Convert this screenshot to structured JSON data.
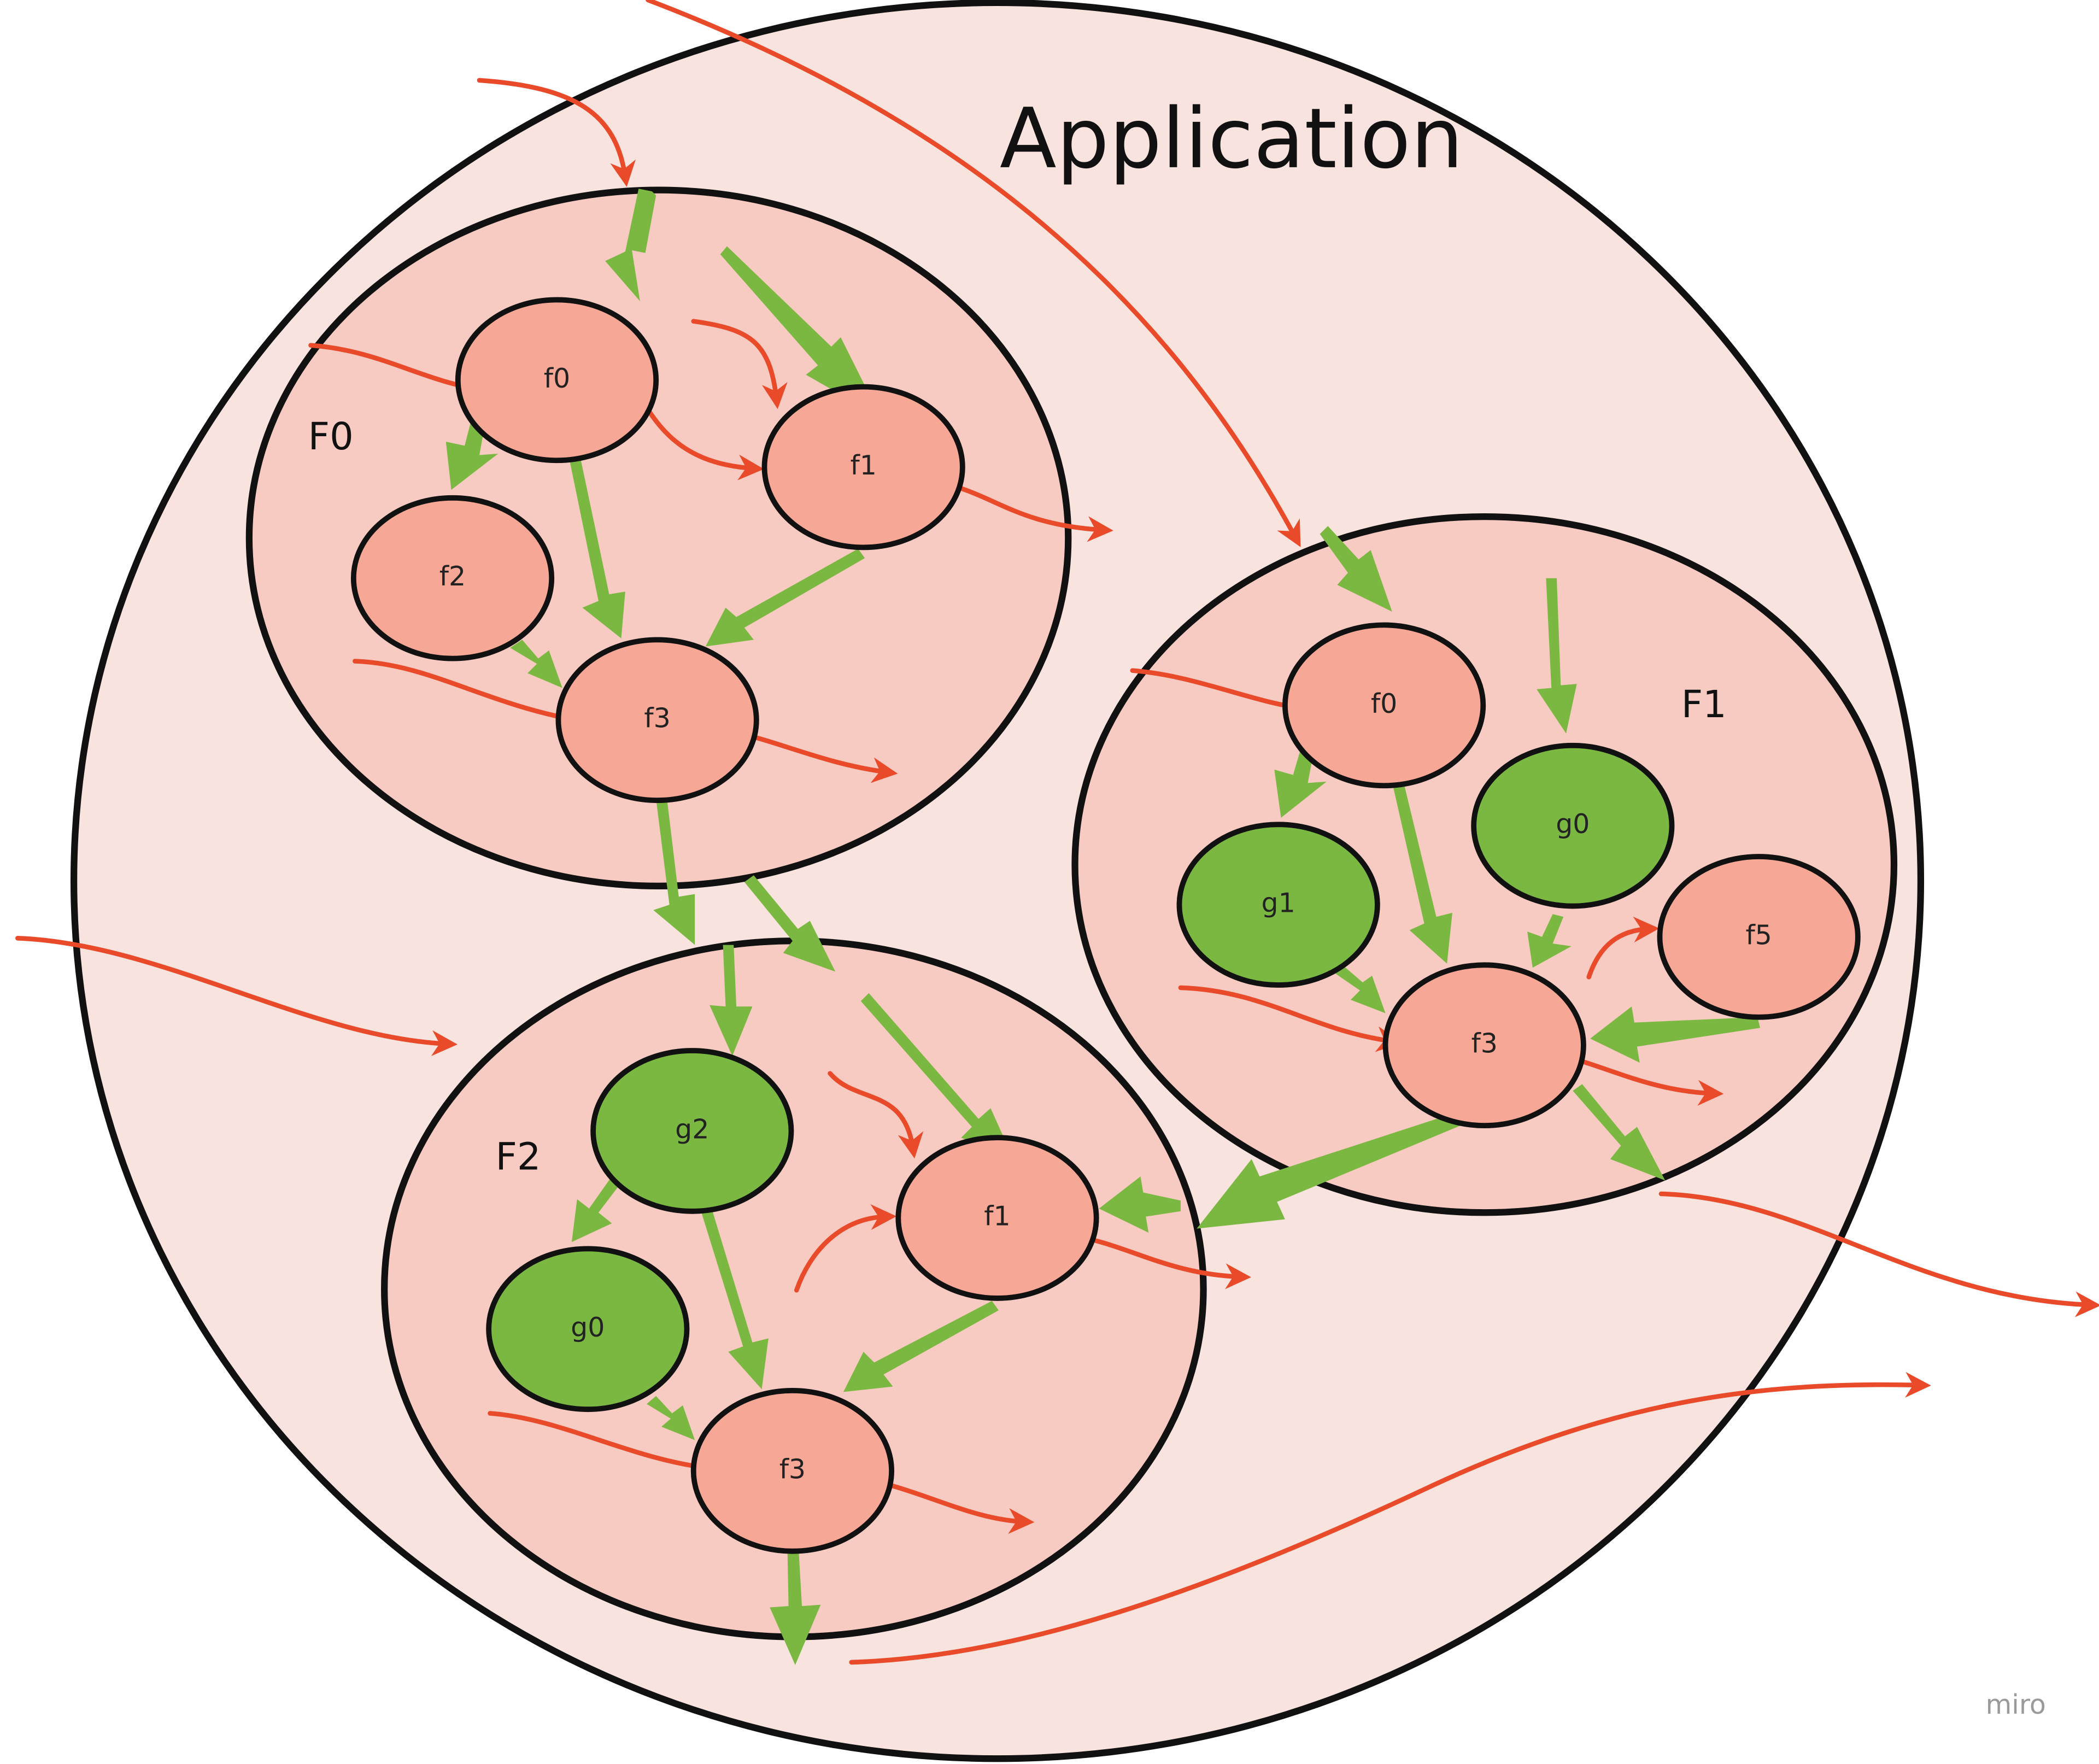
{
  "diagram": {
    "title": "Application",
    "brand": "miro",
    "colors": {
      "application_fill": "#f9e3de",
      "group_fill": "#f7cbc1",
      "node_salmon": "#f7a795",
      "node_green": "#7bb841",
      "outline": "#111111",
      "green_arrow": "#7bb841",
      "red_arrow": "#e84a2a"
    },
    "groups": [
      {
        "id": "F0",
        "label": "F0",
        "nodes": [
          {
            "id": "F0-f0",
            "label": "f0",
            "kind": "function"
          },
          {
            "id": "F0-f1",
            "label": "f1",
            "kind": "function"
          },
          {
            "id": "F0-f2",
            "label": "f2",
            "kind": "function"
          },
          {
            "id": "F0-f3",
            "label": "f3",
            "kind": "function"
          }
        ]
      },
      {
        "id": "F1",
        "label": "F1",
        "nodes": [
          {
            "id": "F1-f0",
            "label": "f0",
            "kind": "function"
          },
          {
            "id": "F1-g0",
            "label": "g0",
            "kind": "generic"
          },
          {
            "id": "F1-g1",
            "label": "g1",
            "kind": "generic"
          },
          {
            "id": "F1-f3",
            "label": "f3",
            "kind": "function"
          },
          {
            "id": "F1-f5",
            "label": "f5",
            "kind": "function"
          }
        ]
      },
      {
        "id": "F2",
        "label": "F2",
        "nodes": [
          {
            "id": "F2-g2",
            "label": "g2",
            "kind": "generic"
          },
          {
            "id": "F2-f1",
            "label": "f1",
            "kind": "function"
          },
          {
            "id": "F2-g0",
            "label": "g0",
            "kind": "generic"
          },
          {
            "id": "F2-f3",
            "label": "f3",
            "kind": "function"
          }
        ]
      }
    ]
  }
}
